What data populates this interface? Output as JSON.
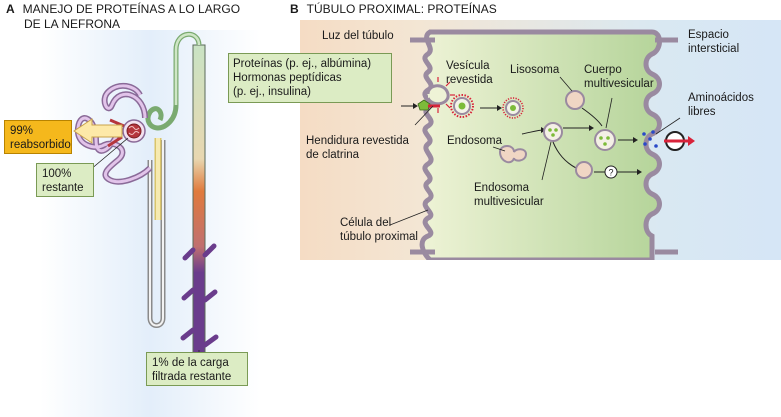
{
  "panel_a": {
    "letter": "A",
    "title_line1": "MANEJO DE PROTEÍNAS A LO LARGO",
    "title_line2": "DE LA NEFRONA",
    "reabsorbed_line1": "99%",
    "reabsorbed_line2": "reabsorbido",
    "remaining_line1": "100%",
    "remaining_line2": "restante",
    "final_line1": "1% de la carga",
    "final_line2": "filtrada restante"
  },
  "panel_b": {
    "letter": "B",
    "title": "TÚBULO PROXIMAL: PROTEÍNAS",
    "lumen": "Luz del túbulo",
    "interstitial_line1": "Espacio",
    "interstitial_line2": "intersticial",
    "proteins_line1": "Proteínas (p. ej., albúmina)",
    "proteins_line2": "Hormonas peptídicas",
    "proteins_line3": "(p. ej., insulina)",
    "coated_vesicle_line1": "Vesícula",
    "coated_vesicle_line2": "revestida",
    "lysosome": "Lisosoma",
    "mvb_line1": "Cuerpo",
    "mvb_line2": "multivesicular",
    "amino_line1": "Aminoácidos",
    "amino_line2": "libres",
    "clathrin_pit_line1": "Hendidura revestida",
    "clathrin_pit_line2": "de clatrina",
    "endosome": "Endosoma",
    "multivesicular_endosome_line1": "Endosoma",
    "multivesicular_endosome_line2": "multivesicular",
    "cell_line1": "Célula del",
    "cell_line2": "túbulo proximal",
    "question_mark": "?"
  },
  "colors": {
    "yellow_box": "#f5b81c",
    "green_box": "#dcecc4",
    "membrane": "#9a8aa0",
    "cytoplasm": "#b5d49a",
    "lumen_bg": "#f5dcc4",
    "interstitial_bg": "#d6e6f6",
    "arrow_red": "#d8233a",
    "duct_purple": "#6a3c8c"
  }
}
